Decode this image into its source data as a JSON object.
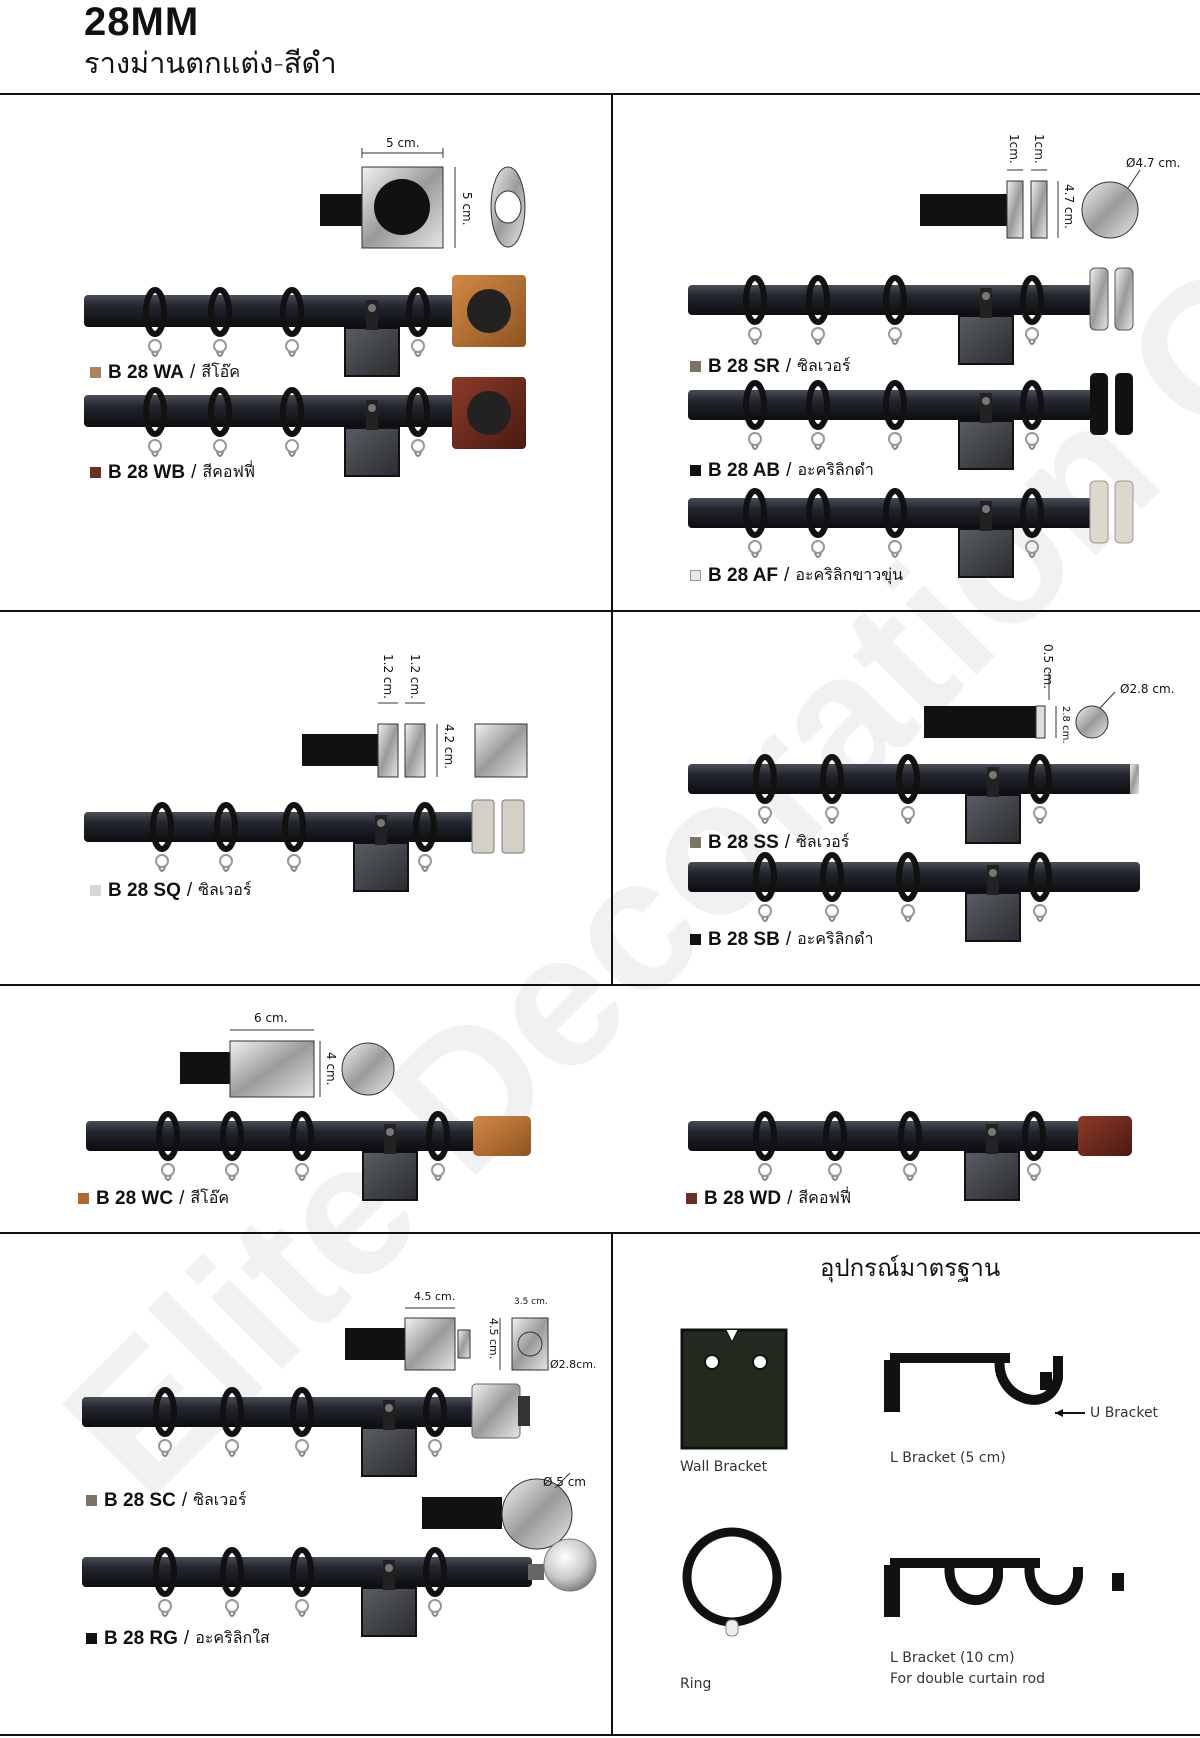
{
  "header": {
    "title": "28MM",
    "subtitle": "รางม่านตกแต่ง-สีดำ"
  },
  "watermark": "Elite Decoration Co.,Ltd.",
  "products": [
    {
      "code": "B 28 WA",
      "color_name": "สีโอ๊ค",
      "swatch": "#b0825a"
    },
    {
      "code": "B 28 WB",
      "color_name": "สีคอฟฟี่",
      "swatch": "#6e2e24"
    },
    {
      "code": "B 28 SR",
      "color_name": "ซิลเวอร์",
      "swatch": "#7d7468"
    },
    {
      "code": "B 28 AB",
      "color_name": "อะคริลิกดำ",
      "swatch": "#111111"
    },
    {
      "code": "B 28 AF",
      "color_name": "อะคริลิกขาวขุ่น",
      "swatch": "#e8e8e4"
    },
    {
      "code": "B 28 SQ",
      "color_name": "ซิลเวอร์",
      "swatch": "#d6d6d2"
    },
    {
      "code": "B 28 SS",
      "color_name": "ซิลเวอร์",
      "swatch": "#7d7468"
    },
    {
      "code": "B 28 SB",
      "color_name": "อะคริลิกดำ",
      "swatch": "#111111"
    },
    {
      "code": "B 28 WC",
      "color_name": "สีโอ๊ค",
      "swatch": "#b0682f"
    },
    {
      "code": "B 28 WD",
      "color_name": "สีคอฟฟี่",
      "swatch": "#6e2e24"
    },
    {
      "code": "B 28 SC",
      "color_name": "ซิลเวอร์",
      "swatch": "#7d7468"
    },
    {
      "code": "B 28 RG",
      "color_name": "อะคริลิกใส",
      "swatch": "#111111"
    }
  ],
  "dimensions": {
    "wa_width": "5 cm.",
    "wa_height": "5 cm.",
    "sr_1": "1cm.",
    "sr_2": "1cm.",
    "sr_h": "4.7 cm.",
    "sr_d": "Ø4.7 cm.",
    "sq_1": "1.2 cm.",
    "sq_2": "1.2 cm.",
    "sq_h": "4.2 cm.",
    "ss_t": "0.5 cm.",
    "ss_h": "2.8 cm.",
    "ss_d": "Ø2.8 cm.",
    "wc_w": "6 cm.",
    "wc_h": "4 cm.",
    "sc_w": "4.5 cm.",
    "sc_h": "4.5 cm.",
    "sc_s": "3.5 cm.",
    "sc_d": "Ø2.8cm.",
    "rg_d": "Ø  5 cm"
  },
  "accessories": {
    "title": "อุปกรณ์มาตรฐาน",
    "wall_bracket": "Wall Bracket",
    "l_bracket_5": "L Bracket (5 cm)",
    "u_bracket": "U Bracket",
    "ring": "Ring",
    "l_bracket_10": "L Bracket (10 cm)",
    "l_bracket_10_note": "For double curtain rod"
  }
}
